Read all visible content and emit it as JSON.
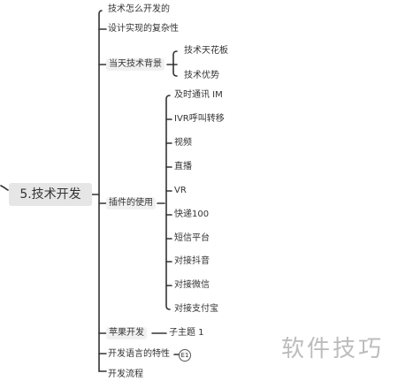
{
  "root": {
    "label": "5.技术开发"
  },
  "branches": {
    "how": "技术怎么开发的",
    "complexity": "设计实现的复杂性",
    "background": "当天技术背景",
    "background_children": [
      "技术天花板",
      "技术优势"
    ],
    "plugins": "插件的使用",
    "plugin_children": [
      "及时通讯 IM",
      "IVR呼叫转移",
      "视频",
      "直播",
      "VR",
      "快递100",
      "短信平台",
      "对接抖音",
      "对接微信",
      "对接支付宝"
    ],
    "apple": "苹果开发",
    "apple_child": "子主题 1",
    "language": "开发语言的特性",
    "language_badge": "E1",
    "process": "开发流程"
  },
  "watermark": "软件技巧"
}
